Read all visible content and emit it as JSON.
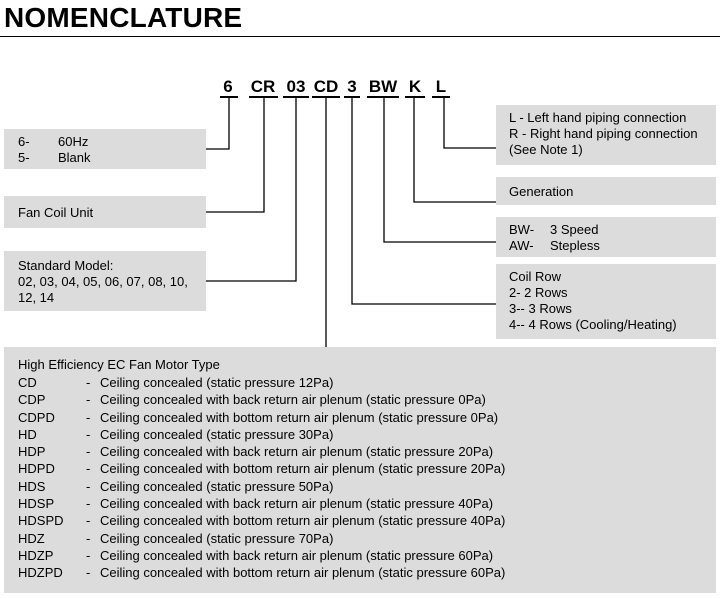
{
  "title": "NOMENCLATURE",
  "code_segments": [
    "6",
    "CR",
    "03",
    "CD",
    "3",
    "BW",
    "K",
    "L"
  ],
  "left_boxes": {
    "frequency": {
      "rows": [
        {
          "code": "6-",
          "desc": "60Hz"
        },
        {
          "code": "5-",
          "desc": "Blank"
        }
      ]
    },
    "fan_coil": {
      "text": "Fan Coil Unit"
    },
    "standard_model": {
      "lines": [
        "Standard Model:",
        "02, 03, 04, 05, 06, 07, 08, 10,",
        "12, 14"
      ]
    }
  },
  "right_boxes": {
    "piping": {
      "lines": [
        "L -   Left hand piping connection",
        "R -   Right hand piping connection",
        "(See Note 1)"
      ]
    },
    "generation": {
      "text": "Generation"
    },
    "speed": {
      "rows": [
        {
          "code": "BW-",
          "desc": "3 Speed"
        },
        {
          "code": "AW-",
          "desc": "Stepless"
        }
      ]
    },
    "coil_row": {
      "lines": [
        "Coil Row",
        "2-  2 Rows",
        "3-- 3 Rows",
        "4-- 4 Rows (Cooling/Heating)"
      ]
    }
  },
  "motor_box": {
    "heading": "High Efficiency EC Fan Motor Type",
    "rows": [
      {
        "code": "CD",
        "dash": "-",
        "desc": "Ceiling concealed (static pressure 12Pa)"
      },
      {
        "code": "CDP",
        "dash": "-",
        "desc": "Ceiling concealed with back return air plenum (static pressure 0Pa)"
      },
      {
        "code": "CDPD",
        "dash": "-",
        "desc": "Ceiling concealed with bottom return air plenum (static pressure 0Pa)"
      },
      {
        "code": "HD",
        "dash": "-",
        "desc": "Ceiling concealed (static pressure 30Pa)"
      },
      {
        "code": "HDP",
        "dash": "-",
        "desc": "Ceiling concealed with back return air plenum (static pressure 20Pa)"
      },
      {
        "code": "HDPD",
        "dash": "-",
        "desc": "Ceiling concealed with bottom return air plenum (static pressure 20Pa)"
      },
      {
        "code": "HDS",
        "dash": "-",
        "desc": "Ceiling concealed (static pressure 50Pa)"
      },
      {
        "code": "HDSP",
        "dash": "-",
        "desc": "Ceiling concealed with back return air plenum (static pressure 40Pa)"
      },
      {
        "code": "HDSPD",
        "dash": "-",
        "desc": "Ceiling concealed with bottom return air plenum (static pressure 40Pa)"
      },
      {
        "code": "HDZ",
        "dash": "-",
        "desc": "Ceiling concealed (static pressure 70Pa)"
      },
      {
        "code": "HDZP",
        "dash": "-",
        "desc": "Ceiling concealed with back return air plenum (static pressure 60Pa)"
      },
      {
        "code": "HDZPD",
        "dash": "-",
        "desc": "Ceiling concealed with bottom return air plenum (static pressure 60Pa)"
      }
    ]
  }
}
